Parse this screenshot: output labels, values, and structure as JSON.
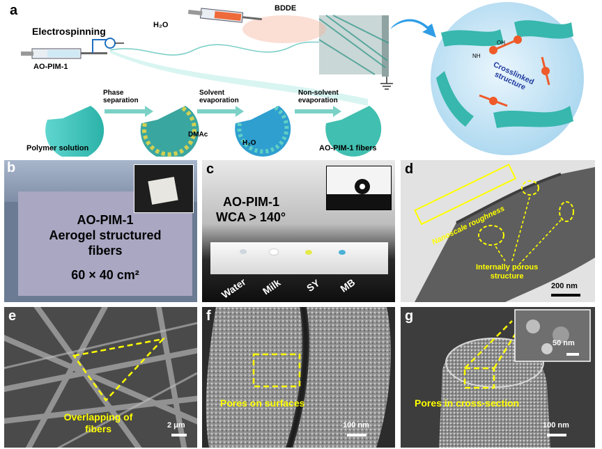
{
  "panels": {
    "a": {
      "label": "a",
      "electrospinning": "Electrospinning",
      "h2o_top": "H₂O",
      "bdde": "BDDE",
      "ao_pim_syringe": "AO-PIM-1",
      "phase_separation": "Phase\nseparation",
      "solvent_evaporation": "Solvent\nevaporation",
      "non_solvent_evaporation": "Non-solvent\nevaporation",
      "polymer_solution": "Polymer solution",
      "dmac": "DMAc",
      "h2o_bottom": "H₂O",
      "fibers": "AO-PIM-1 fibers",
      "crosslinked": "Crosslinked\nstructure",
      "nh": "NH",
      "oh": "OH"
    },
    "b": {
      "label": "b",
      "line1": "AO-PIM-1",
      "line2": "Aerogel structured",
      "line3": "fibers",
      "size": "60 × 40 cm²"
    },
    "c": {
      "label": "c",
      "line1": "AO-PIM-1",
      "line2": "WCA > 140°",
      "drops": [
        "Water",
        "Milk",
        "SY",
        "MB"
      ]
    },
    "d": {
      "label": "d",
      "roughness": "Nanoscale roughness",
      "porous": "Internally porous\nstructure",
      "scale": "200 nm"
    },
    "e": {
      "label": "e",
      "caption": "Overlapping of\nfibers",
      "scale": "2 μm"
    },
    "f": {
      "label": "f",
      "caption": "Pores on surfaces",
      "scale": "100 nm"
    },
    "g": {
      "label": "g",
      "caption": "Pores in cross-section",
      "scale": "100 nm",
      "inset_scale": "50 nm"
    }
  },
  "colors": {
    "highlight": "#ffff00",
    "bead": "#ef5a2a",
    "fiber": "#3fbfb0",
    "sphere": "#bfe0f2",
    "crosslinked_text": "#1f3a9e"
  }
}
